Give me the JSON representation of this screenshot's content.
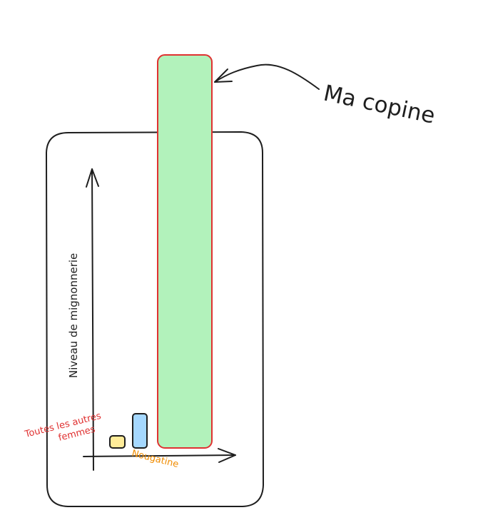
{
  "chart_data": {
    "type": "bar",
    "title": "",
    "xlabel": "",
    "ylabel": "Niveau de mignonnerie",
    "grid": false,
    "categories": [
      "Toutes les autres femmes",
      "Nougatine",
      "Ma copine"
    ],
    "values": [
      1,
      2,
      19
    ],
    "ylim": [
      0,
      20
    ],
    "colors": {
      "Toutes les autres femmes": {
        "fill": "#ffec99",
        "stroke": "#1e1e1e",
        "label": "#e03131"
      },
      "Nougatine": {
        "fill": "#a5d8ff",
        "stroke": "#1e1e1e",
        "label": "#f08c00"
      },
      "Ma copine": {
        "fill": "#b2f2bb",
        "stroke": "#e03131",
        "label": "#1e1e1e"
      }
    }
  }
}
